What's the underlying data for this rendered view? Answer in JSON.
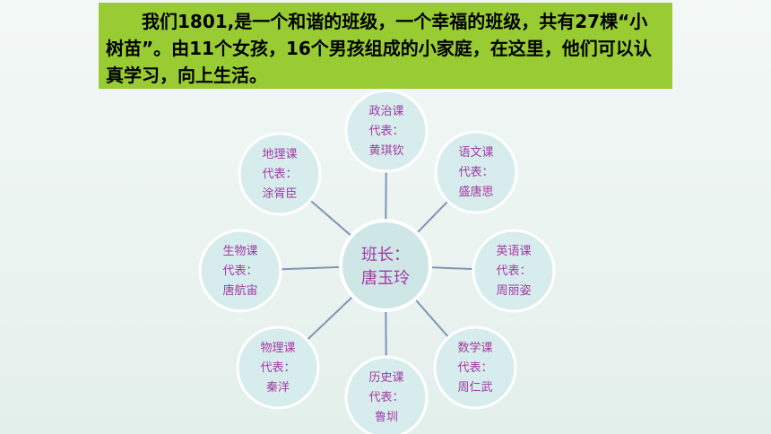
{
  "intro": {
    "text": "我们1801,是一个和谐的班级，一个幸福的班级，共有27棵“小树苗”。由11个女孩，16个男孩组成的小家庭，在这里，他们可以认真学习，向上生活。"
  },
  "center": {
    "role": "班长：",
    "name": "唐玉玲"
  },
  "nodes": [
    {
      "subject": "政治课",
      "label": "代表：",
      "name": "黄琪钦"
    },
    {
      "subject": "语文课",
      "label": "代表：",
      "name": "盛唐思"
    },
    {
      "subject": "英语课",
      "label": "代表：",
      "name": "周丽姿"
    },
    {
      "subject": "数学课",
      "label": "代表：",
      "name": "周仁武"
    },
    {
      "subject": "历史课",
      "label": "代表：",
      "name": "鲁圳"
    },
    {
      "subject": "物理课",
      "label": "代表：",
      "name": "秦洋"
    },
    {
      "subject": "生物课",
      "label": "代表：",
      "name": "唐航宙"
    },
    {
      "subject": "地理课",
      "label": "代表：",
      "name": "涂胥臣"
    }
  ],
  "colors": {
    "banner": "#99cc33",
    "node_fill": "#d7ecec",
    "text": "#a23aa6",
    "spoke": "#7e96b4"
  }
}
